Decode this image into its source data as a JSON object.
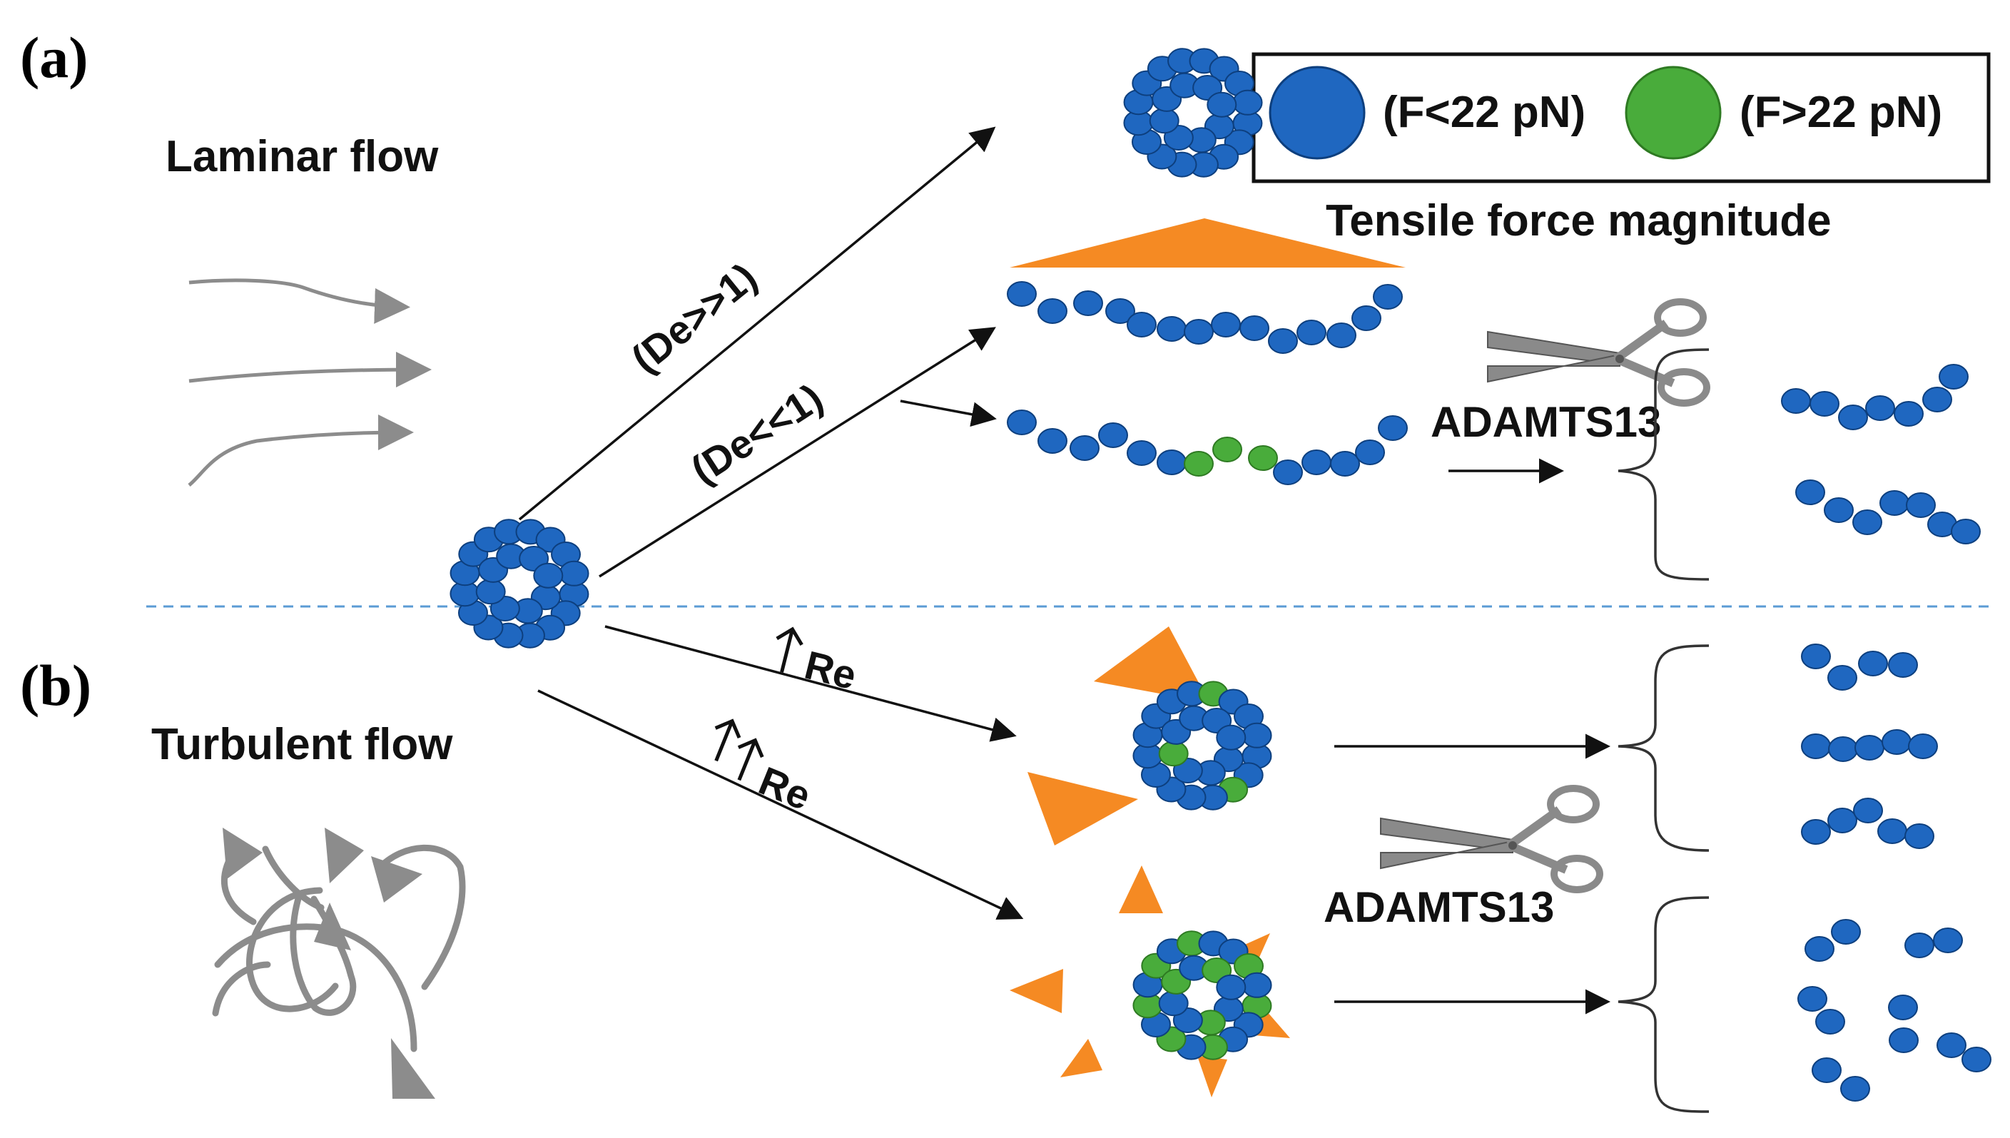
{
  "panels": {
    "a": {
      "label": "(a)",
      "flow_title": "Laminar flow"
    },
    "b": {
      "label": "(b)",
      "flow_title": "Turbulent flow"
    }
  },
  "legend": {
    "low_force": {
      "label": "(F<22 pN)",
      "color": "#1f67c0"
    },
    "high_force": {
      "label": "(F>22 pN)",
      "color": "#49ac3b"
    }
  },
  "tensile_force_label": "Tensile force magnitude",
  "arrow_labels": {
    "de_high": "(De>>1)",
    "de_low": "(De<<1)",
    "re_up": "Re",
    "re_up_up": "Re"
  },
  "enzyme": {
    "label": "ADAMTS13"
  },
  "colors": {
    "monomer": "#1f67c0",
    "monomer_stroke": "#0d3f7e",
    "stretched": "#49ac3b",
    "force_triangle": "#f58a23",
    "divider": "#5b9bd5",
    "flow_lines": "#8c8c8c",
    "scissors": "#8a8a8a"
  },
  "icons": {
    "scissors": "scissors-icon",
    "laminar": "laminar-flow-lines-icon",
    "turbulent": "turbulent-flow-arrows-icon"
  }
}
